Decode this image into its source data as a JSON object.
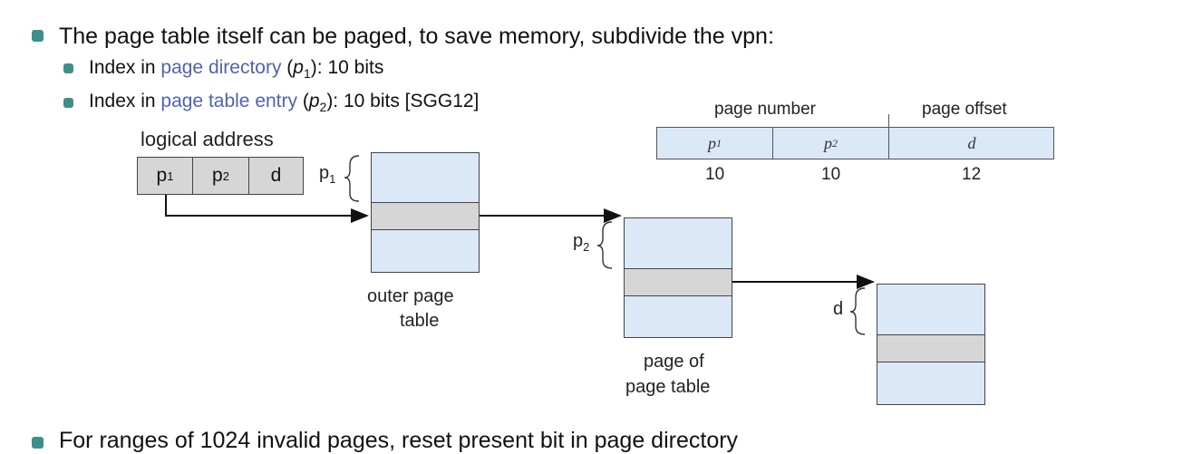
{
  "colors": {
    "bullet": "#3e8f8a",
    "link": "#4f63b0",
    "box_fill": "#dbe8f8",
    "row_fill": "#d6d6d6"
  },
  "bullets": [
    {
      "text": "The page table itself can be paged, to save memory, subdivide the vpn:"
    },
    {
      "prefix": "Index in ",
      "link": "page directory",
      "mid": " (",
      "var": "p",
      "sub": "1",
      "suffix": "): 10 bits"
    },
    {
      "prefix": "Index in ",
      "link": "page table entry",
      "mid": " (",
      "var": "p",
      "sub": "2",
      "suffix": "): 10 bits [SGG12]"
    },
    {
      "text": "For ranges of 1024 invalid pages, reset present bit in page directory"
    }
  ],
  "format": {
    "header_left": "page number",
    "header_right": "page offset",
    "cells": [
      {
        "var": "p",
        "sub": "1",
        "bits": "10"
      },
      {
        "var": "p",
        "sub": "2",
        "bits": "10"
      },
      {
        "var": "d",
        "sub": "",
        "bits": "12"
      }
    ]
  },
  "diagram": {
    "logical_address_label": "logical address",
    "la_cells": [
      {
        "var": "p",
        "sub": "1"
      },
      {
        "var": "p",
        "sub": "2"
      },
      {
        "var": "d",
        "sub": ""
      }
    ],
    "brace_labels": [
      {
        "var": "p",
        "sub": "1"
      },
      {
        "var": "p",
        "sub": "2"
      },
      {
        "var": "d",
        "sub": ""
      }
    ],
    "outer_table_label_1": "outer page",
    "outer_table_label_2": "table",
    "page_of_table_label_1": "page of",
    "page_of_table_label_2": "page table"
  }
}
